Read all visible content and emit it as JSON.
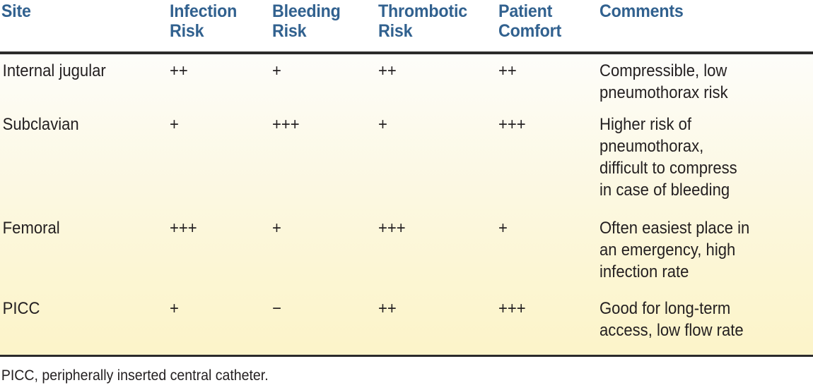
{
  "figure": {
    "kind": "table",
    "accent_color": "#31618f",
    "text_color": "#231f20",
    "rule_color": "#2b2b2b",
    "background_top": "#fdfdfa",
    "background_bottom": "#fcf4c9"
  },
  "table": {
    "columns": [
      {
        "key": "site",
        "label": "Site"
      },
      {
        "key": "infection",
        "label": "Infection\nRisk"
      },
      {
        "key": "bleeding",
        "label": "Bleeding\nRisk"
      },
      {
        "key": "thrombotic",
        "label": "Thrombotic\nRisk"
      },
      {
        "key": "comfort",
        "label": "Patient\nComfort"
      },
      {
        "key": "comments",
        "label": "Comments"
      }
    ],
    "rows": [
      {
        "site": "Internal jugular",
        "infection": "++",
        "bleeding": "+",
        "thrombotic": "++",
        "comfort": "++",
        "comments": "Compressible, low\npneumothorax risk"
      },
      {
        "site": "Subclavian",
        "infection": "+",
        "bleeding": "+++",
        "thrombotic": "+",
        "comfort": "+++",
        "comments": "Higher risk of\npneumothorax,\ndifficult to compress\nin case of bleeding"
      },
      {
        "site": "Femoral",
        "infection": "+++",
        "bleeding": "+",
        "thrombotic": "+++",
        "comfort": "+",
        "comments": "Often easiest place in\nan emergency, high\ninfection rate"
      },
      {
        "site": "PICC",
        "infection": "+",
        "bleeding": "−",
        "thrombotic": "++",
        "comfort": "+++",
        "comments": "Good for long-term\naccess, low flow rate"
      }
    ]
  },
  "footnote": {
    "text": "PICC, peripherally inserted central catheter."
  }
}
